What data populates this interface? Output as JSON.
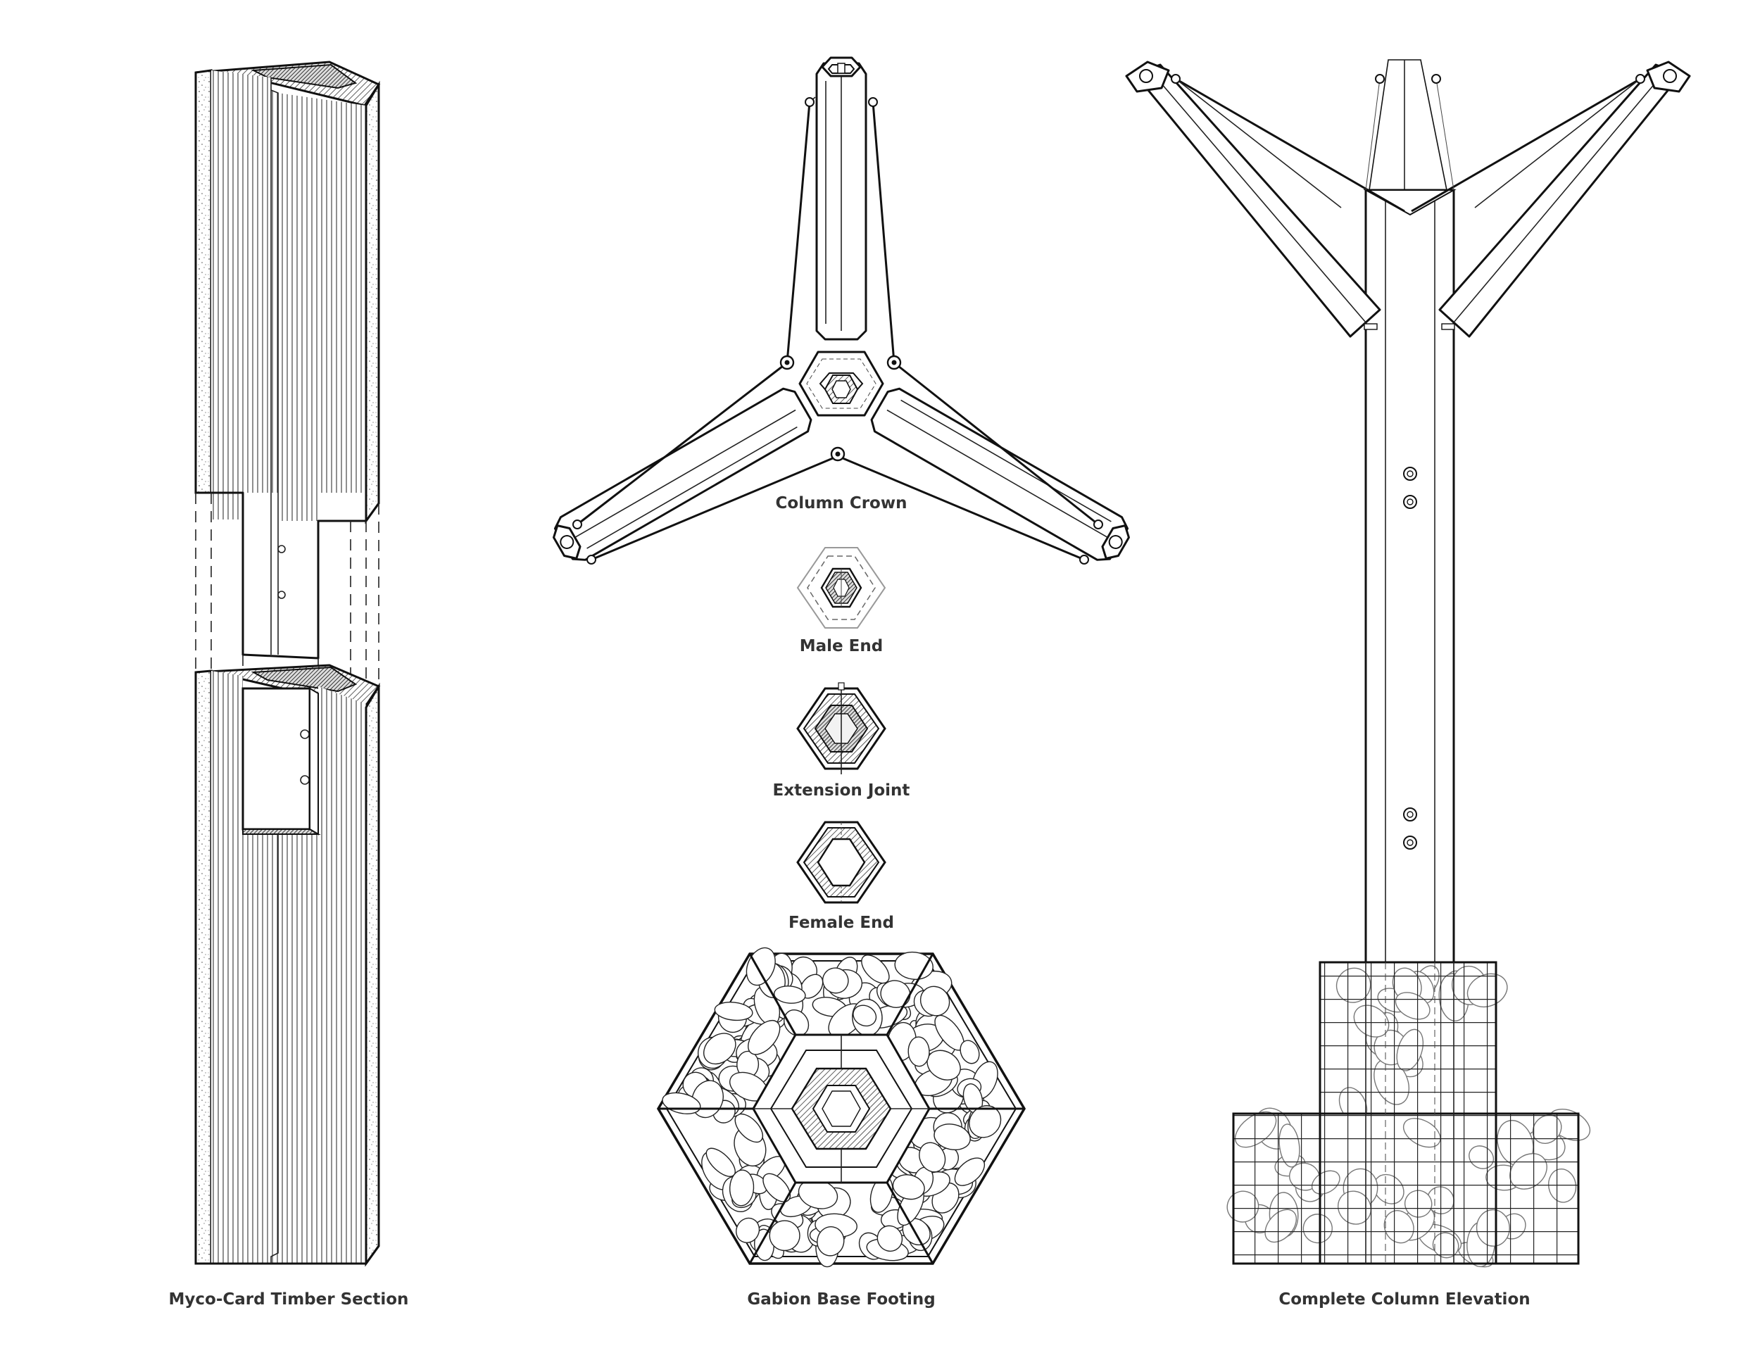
{
  "labels": {
    "timber_section": "Myco-Card Timber Section",
    "column_crown": "Column Crown",
    "male_end": "Male End",
    "extension_joint": "Extension Joint",
    "female_end": "Female End",
    "gabion_base": "Gabion Base Footing",
    "column_elevation": "Complete Column Elevation"
  },
  "colors": {
    "line": "#111111",
    "caption": "#333333",
    "hatch": "#555555",
    "background": "#ffffff"
  }
}
